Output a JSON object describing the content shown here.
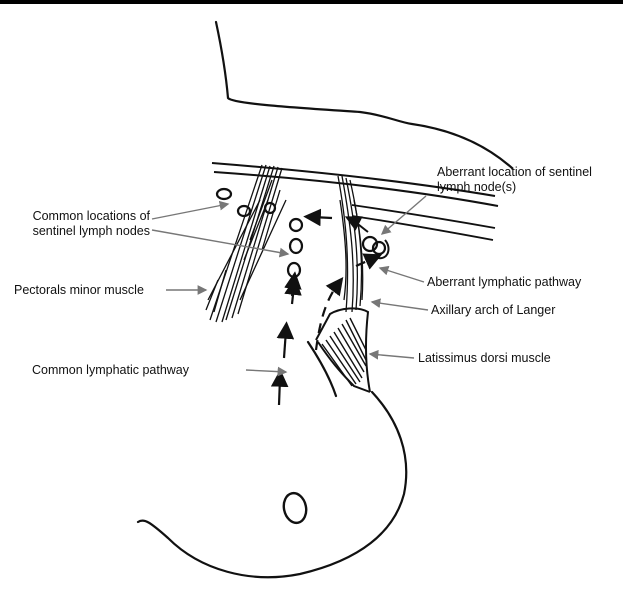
{
  "labels": {
    "aberrant_location": {
      "line1": "Aberrant location of sentinel",
      "line2": "lymph node(s)"
    },
    "common_locations": {
      "line1": "Common locations of",
      "line2": "sentinel lymph nodes"
    },
    "aberrant_pathway": "Aberrant lymphatic pathway",
    "pectoralis_minor": "Pectorals minor muscle",
    "axillary_arch": "Axillary arch of Langer",
    "common_pathway": "Common lymphatic pathway",
    "latissimus_dorsi": "Latissimus dorsi muscle"
  },
  "colors": {
    "ink": "#111111",
    "leader": "#777777"
  }
}
